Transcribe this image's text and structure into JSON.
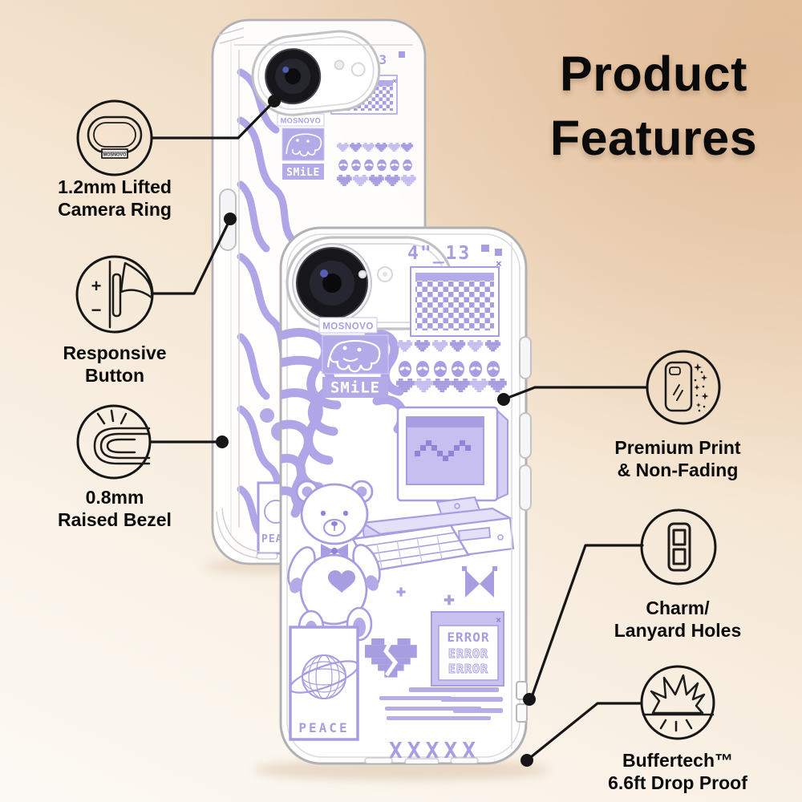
{
  "title": {
    "line1": "Product",
    "line2": "Features"
  },
  "brand": "MOSNOVO",
  "features": {
    "camera_ring": {
      "line1": "1.2mm Lifted",
      "line2": "Camera Ring",
      "icon": "camera-ring-icon"
    },
    "responsive_button": {
      "line1": "Responsive",
      "line2": "Button",
      "icon": "responsive-button-icon",
      "plus": "+",
      "minus": "−"
    },
    "raised_bezel": {
      "line1": "0.8mm",
      "line2": "Raised Bezel",
      "icon": "raised-bezel-icon"
    },
    "premium_print": {
      "line1": "Premium Print",
      "line2": "& Non-Fading",
      "icon": "premium-print-icon"
    },
    "charm_lanyard": {
      "line1": "Charm/",
      "line2": "Lanyard Holes",
      "icon": "lanyard-holes-icon"
    },
    "drop_proof": {
      "line1": "Buffertech™",
      "line2": "6.6ft Drop Proof",
      "icon": "drop-proof-icon"
    }
  },
  "case_art": {
    "smile": "SMiLE",
    "peace": "PEACE",
    "error": "ERROR",
    "xxxxx": "XXXXX",
    "glitch": "4\"_13",
    "x": "×",
    "colors": {
      "purple": "#a79ee2",
      "purple_light": "#c9c2f0",
      "purple_deep": "#8f84d6",
      "background_peach": "#e9cdb0",
      "background_cream": "#fbf6ee"
    }
  }
}
